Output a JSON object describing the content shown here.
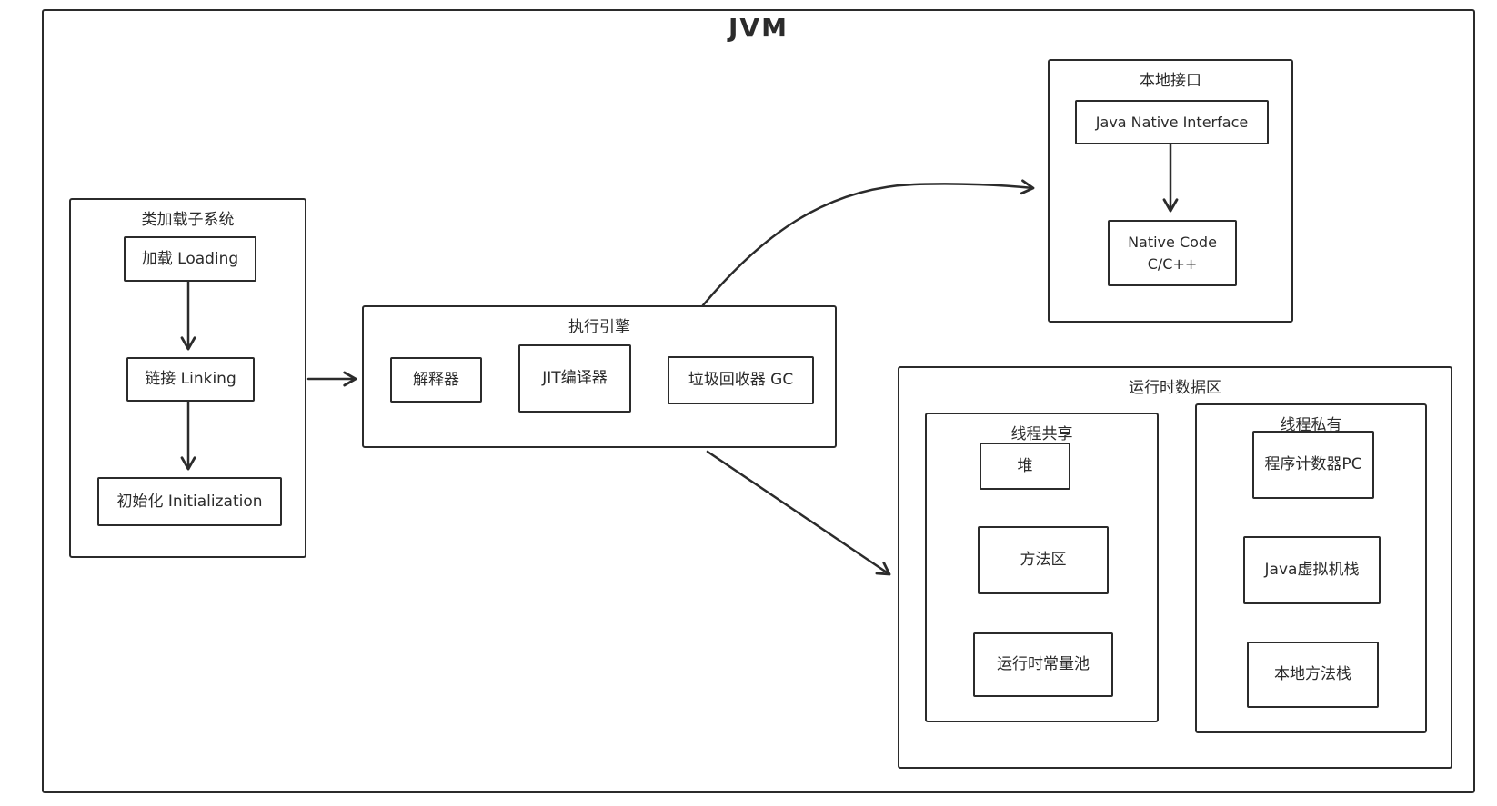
{
  "jvm": {
    "title": "JVM",
    "class_loader_subsystem": {
      "title": "类加载子系统",
      "steps": [
        "加载 Loading",
        "链接 Linking",
        "初始化 Initialization"
      ]
    },
    "execution_engine": {
      "title": "执行引擎",
      "components": [
        "解释器",
        "JIT编译器",
        "垃圾回收器 GC"
      ]
    },
    "native_interface": {
      "title": "本地接口",
      "jni_label": "Java Native Interface",
      "native_code_line1": "Native Code",
      "native_code_line2": "C/C++"
    },
    "runtime_data_area": {
      "title": "运行时数据区",
      "thread_shared": {
        "title": "线程共享",
        "items": [
          "堆",
          "方法区",
          "运行时常量池"
        ]
      },
      "thread_private": {
        "title": "线程私有",
        "items": [
          "程序计数器PC",
          "Java虚拟机栈",
          "本地方法栈"
        ]
      }
    },
    "colors": {
      "stroke": "#2b2b2b",
      "background": "#ffffff"
    }
  }
}
